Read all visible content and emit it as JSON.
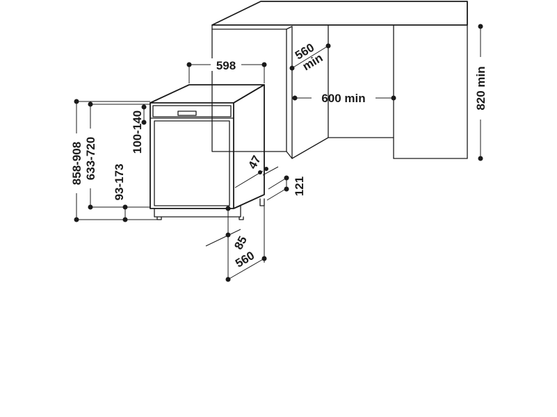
{
  "dimensions": {
    "width_598": "598",
    "cabinet_depth_min": "560",
    "min_suffix": "min",
    "opening_width_min": "600 min",
    "height_820_min": "820 min",
    "height_858_908": "858-908",
    "height_633_720": "633-720",
    "leg_93_173": "93-173",
    "panel_100_140": "100-140",
    "depth_47": "47",
    "plinth_121": "121",
    "foot_85": "85",
    "depth_560": "560"
  },
  "colors": {
    "line": "#1a1a1a",
    "background": "#ffffff"
  }
}
